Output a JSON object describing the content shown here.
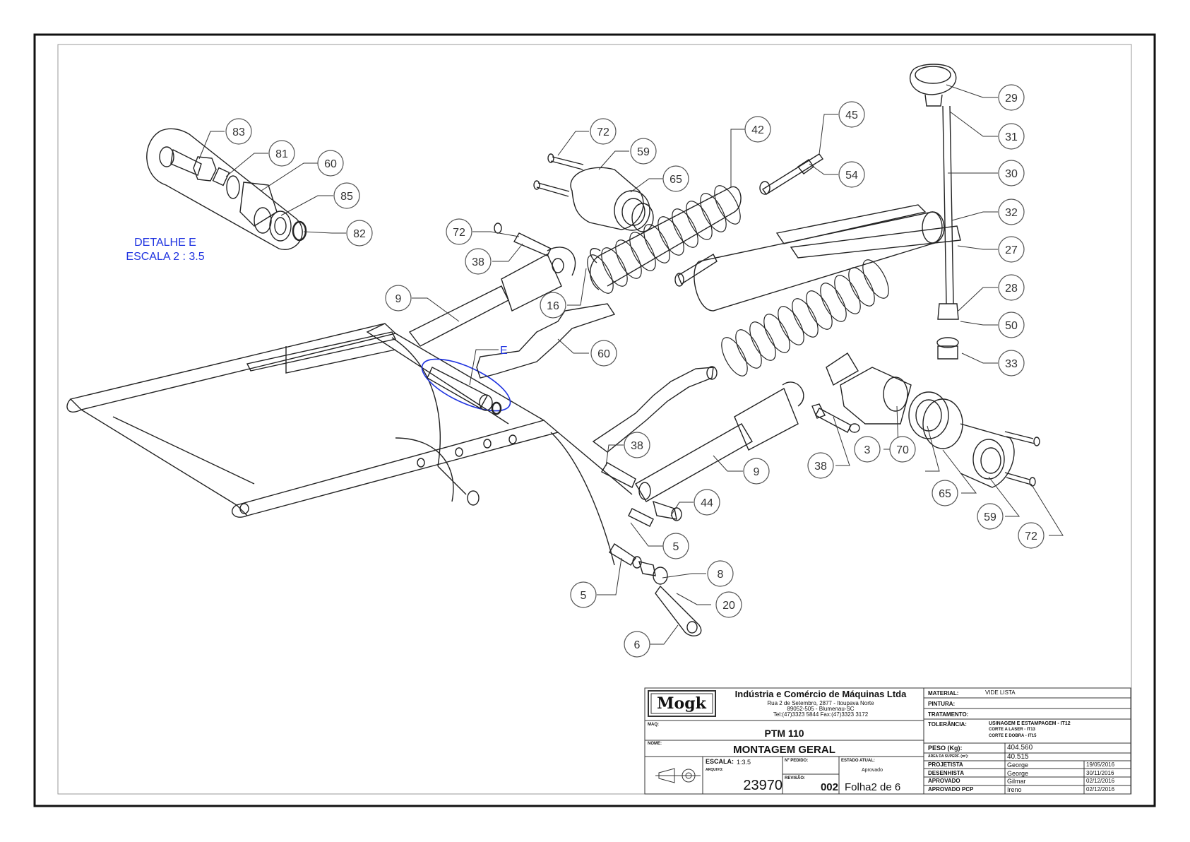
{
  "detail": {
    "marker": "E",
    "title": "DETALHE E",
    "scale": "ESCALA 2 : 3.5",
    "balloons": [
      "83",
      "81",
      "60",
      "85",
      "82"
    ]
  },
  "balloons": [
    {
      "n": "29"
    },
    {
      "n": "31"
    },
    {
      "n": "30"
    },
    {
      "n": "32"
    },
    {
      "n": "27"
    },
    {
      "n": "28"
    },
    {
      "n": "50"
    },
    {
      "n": "33"
    },
    {
      "n": "45"
    },
    {
      "n": "54"
    },
    {
      "n": "42"
    },
    {
      "n": "72"
    },
    {
      "n": "59"
    },
    {
      "n": "65"
    },
    {
      "n": "72"
    },
    {
      "n": "38"
    },
    {
      "n": "16"
    },
    {
      "n": "9"
    },
    {
      "n": "60"
    },
    {
      "n": "38"
    },
    {
      "n": "9"
    },
    {
      "n": "38"
    },
    {
      "n": "3"
    },
    {
      "n": "70"
    },
    {
      "n": "65"
    },
    {
      "n": "59"
    },
    {
      "n": "72"
    },
    {
      "n": "44"
    },
    {
      "n": "5"
    },
    {
      "n": "8"
    },
    {
      "n": "20"
    },
    {
      "n": "5"
    },
    {
      "n": "6"
    }
  ],
  "title_block": {
    "logo": "Mogk",
    "company": "Indústria e Comércio de Máquinas Ltda",
    "address_1": "Rua 2 de Setembro, 2877 - Itoupava Norte",
    "address_2": "89052-505 - Blumenau-SC",
    "phone": "Tel:(47)3323 5844  Fax:(47)3323 3172",
    "maq_label": "MAQ:",
    "maq_value": "PTM 110",
    "nome_label": "NOME:",
    "nome_value": "MONTAGEM GERAL",
    "escala_label": "ESCALA:",
    "escala_value": "1:3.5",
    "arquivo_label": "ARQUIVO:",
    "arquivo_value": "23970",
    "pedido_label": "Nº PEDIDO:",
    "estado_label": "ESTADO ATUAL:",
    "estado_value": "Aprovado",
    "revisao_label": "REVISÃO:",
    "revisao_value": "002",
    "folha": "Folha2 de 6",
    "material_label": "MATERIAL:",
    "material_value": "VIDE LISTA",
    "pintura_label": "PINTURA:",
    "tratamento_label": "TRATAMENTO:",
    "tolerancia_label": "TOLERÂNCIA:",
    "tolerancia_1": "USINAGEM E ESTAMPAGEM - IT12",
    "tolerancia_2": "CORTE A LASER - IT13",
    "tolerancia_3": "CORTE E DOBRA - IT15",
    "peso_label": "PESO (Kg):",
    "peso_value": "404.560",
    "area_label": "ÁREA DA SUPERF. (m²):",
    "area_value": "40.515",
    "signatures": [
      {
        "role": "PROJETISTA",
        "name": "George",
        "date": "19/05/2016"
      },
      {
        "role": "DESENHISTA",
        "name": "George",
        "date": "30/11/2016"
      },
      {
        "role": "APROVADO",
        "name": "Gilmar",
        "date": "02/12/2016"
      },
      {
        "role": "APROVADO PCP",
        "name": "Ireno",
        "date": "02/12/2016"
      }
    ]
  }
}
